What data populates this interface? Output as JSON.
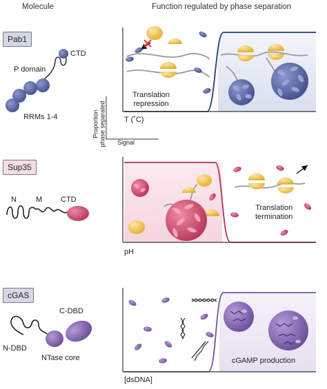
{
  "headers": {
    "molecule": "Molecule",
    "function": "Function regulated by phase separation"
  },
  "pab1": {
    "tag": "Pab1",
    "p_domain": "P domain",
    "ctd": "CTD",
    "rrms": "RRMs 1-4",
    "y_axis_line1": "Proportion",
    "y_axis_line2": "phase separated",
    "x_axis_signal": "Signal",
    "x_axis": "T (˚C)",
    "label_line1": "Translation",
    "label_line2": "repression",
    "colors": {
      "tag_fill": "#d3d8e6",
      "protein": "#5c6aa8",
      "curve": "#1f3f7a",
      "region": "#e3e7f3"
    }
  },
  "sup35": {
    "tag": "Sup35",
    "n": "N",
    "m": "M",
    "ctd": "CTD",
    "x_axis": "pH",
    "label_line1": "Translation",
    "label_line2": "termination",
    "colors": {
      "tag_fill": "#f6dde4",
      "protein": "#d24d73",
      "curve": "#b72a55",
      "region": "#f8e0e7"
    }
  },
  "cgas": {
    "tag": "cGAS",
    "c_dbd": "C-DBD",
    "n_dbd": "N-DBD",
    "ntase": "NTase core",
    "x_axis": "[dsDNA]",
    "label": "cGAMP production",
    "colors": {
      "tag_fill": "#dad6e6",
      "protein": "#8a6cb5",
      "curve": "#6e559c",
      "region": "#ece7f3"
    }
  },
  "ribosome_color": "#f0c24a"
}
